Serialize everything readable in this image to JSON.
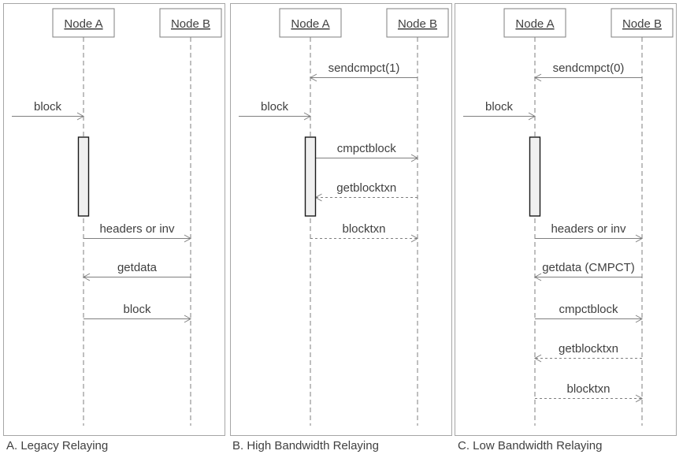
{
  "colors": {
    "background": "#ffffff",
    "panel_border": "#a6a6a6",
    "node_border": "#7f7f7f",
    "line": "#7f7f7f",
    "text": "#404040",
    "activation_fill": "#f0f0f0",
    "activation_border": "#1a1a1a"
  },
  "panels": [
    {
      "caption": "A. Legacy Relaying",
      "nodes": [
        {
          "label": "Node A"
        },
        {
          "label": "Node B"
        }
      ],
      "activation": {
        "on": "Node A"
      },
      "messages": [
        {
          "label": "block",
          "from": "external",
          "to": "A",
          "line": "solid",
          "row": 1
        },
        {
          "label": "headers or inv",
          "from": "A",
          "to": "B",
          "line": "solid",
          "row": 4
        },
        {
          "label": "getdata",
          "from": "B",
          "to": "A",
          "line": "solid",
          "row": 5
        },
        {
          "label": "block",
          "from": "A",
          "to": "B",
          "line": "solid",
          "row": 6
        }
      ]
    },
    {
      "caption": "B. High Bandwidth Relaying",
      "nodes": [
        {
          "label": "Node A"
        },
        {
          "label": "Node B"
        }
      ],
      "activation": {
        "on": "Node A"
      },
      "messages": [
        {
          "label": "sendcmpct(1)",
          "from": "B",
          "to": "A",
          "line": "solid",
          "row": 0
        },
        {
          "label": "block",
          "from": "external",
          "to": "A",
          "line": "solid",
          "row": 1
        },
        {
          "label": "cmpctblock",
          "from": "A",
          "to": "B",
          "line": "solid",
          "row": 2
        },
        {
          "label": "getblocktxn",
          "from": "B",
          "to": "A",
          "line": "dashed",
          "row": 3
        },
        {
          "label": "blocktxn",
          "from": "A",
          "to": "B",
          "line": "dashed",
          "row": 4
        }
      ]
    },
    {
      "caption": "C. Low Bandwidth Relaying",
      "nodes": [
        {
          "label": "Node A"
        },
        {
          "label": "Node B"
        }
      ],
      "activation": {
        "on": "Node A"
      },
      "messages": [
        {
          "label": "sendcmpct(0)",
          "from": "B",
          "to": "A",
          "line": "solid",
          "row": 0
        },
        {
          "label": "block",
          "from": "external",
          "to": "A",
          "line": "solid",
          "row": 1
        },
        {
          "label": "headers or inv",
          "from": "A",
          "to": "B",
          "line": "solid",
          "row": 4
        },
        {
          "label": "getdata (CMPCT)",
          "from": "B",
          "to": "A",
          "line": "solid",
          "row": 5
        },
        {
          "label": "cmpctblock",
          "from": "A",
          "to": "B",
          "line": "solid",
          "row": 6
        },
        {
          "label": "getblocktxn",
          "from": "B",
          "to": "A",
          "line": "dashed",
          "row": 7
        },
        {
          "label": "blocktxn",
          "from": "A",
          "to": "B",
          "line": "dashed",
          "row": 8
        }
      ]
    }
  ]
}
